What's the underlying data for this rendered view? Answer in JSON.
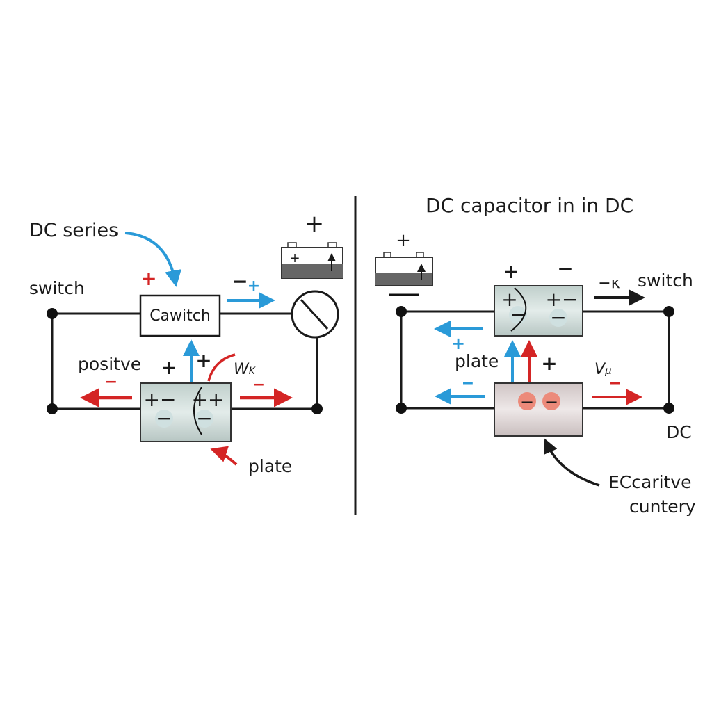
{
  "colors": {
    "blue": "#2a9ad8",
    "red": "#d42525",
    "wire": "#1a1a1a",
    "cap_left": "#c9d6d3",
    "cap_bottom": "#ddd3d3"
  },
  "left": {
    "label_dc_series": "DC series",
    "label_switch": "switch",
    "box_label": "Cawitch",
    "label_positive": "positve",
    "label_plate": "plate",
    "label_w": "W",
    "label_w_sub": "K",
    "signs": {
      "battery_plus": "+",
      "red_plus": "+",
      "minus_plus_a": "−",
      "minus_plus_b": "+",
      "plus_left": "+",
      "plus_right": "+",
      "red_minus_left": "−",
      "red_minus_right": "−",
      "cap_tl": "+−",
      "cap_tr": "++",
      "cap_c1": "−",
      "cap_c2": "−",
      "battery_inner_plus": "+"
    }
  },
  "right": {
    "title": "DC capacitor in in DC",
    "label_switch": "switch",
    "label_kappa": "−κ",
    "label_plate": "plate",
    "label_v": "V",
    "label_v_sub": "μ",
    "label_dc": "DC",
    "label_callout_1": "ECcaritve",
    "label_callout_2": "cuntery",
    "signs": {
      "battery_plus": "+",
      "top_plus": "+",
      "top_minus": "−",
      "cap_l_plus": "+",
      "cap_l_minus": "−",
      "cap_r": "+−",
      "cap_r_minus": "−",
      "blue_plus": "+",
      "blue_minus": "−",
      "black_plus": "+",
      "red_minus": "−",
      "bot_c1": "−",
      "bot_c2": "−"
    }
  }
}
